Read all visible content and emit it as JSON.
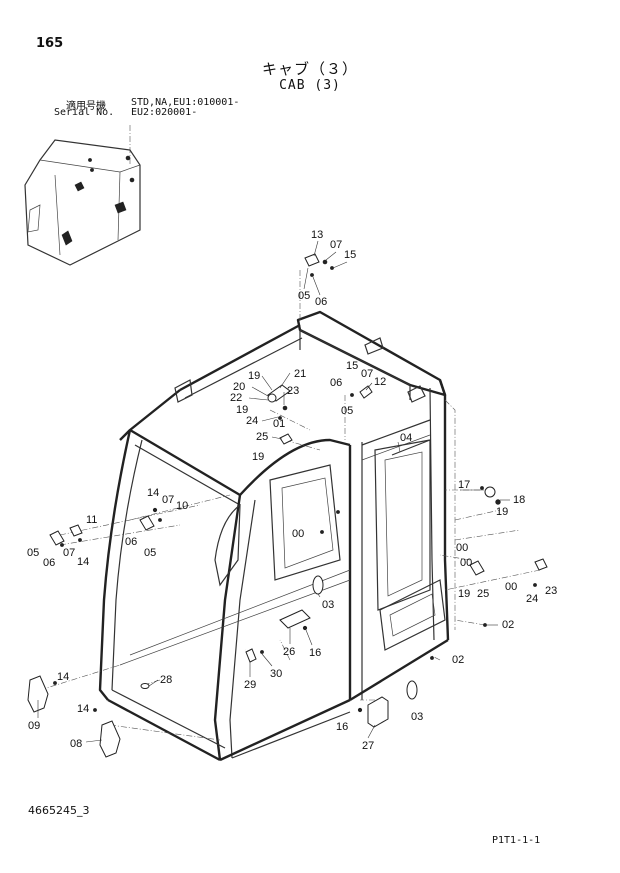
{
  "page": {
    "number": "165",
    "title_jp": "キャブ（３）",
    "title_en": "CAB (3)",
    "serial": {
      "label_jp": "適用号機",
      "label_en": "Serial No.",
      "line1": "STD,NA,EU1:010001-",
      "line2": "EU2:020001-"
    },
    "doc_id": "4665245_3",
    "page_ref": "P1T1-1-1"
  },
  "diagram": {
    "parts": [
      {
        "id": "13",
        "label": "13"
      },
      {
        "id": "07",
        "label": "07"
      },
      {
        "id": "15",
        "label": "15"
      },
      {
        "id": "05",
        "label": "05"
      },
      {
        "id": "06",
        "label": "06"
      },
      {
        "id": "21",
        "label": "21"
      },
      {
        "id": "19",
        "label": "19"
      },
      {
        "id": "20",
        "label": "20"
      },
      {
        "id": "23",
        "label": "23"
      },
      {
        "id": "22",
        "label": "22"
      },
      {
        "id": "24",
        "label": "24"
      },
      {
        "id": "01",
        "label": "01"
      },
      {
        "id": "25",
        "label": "25"
      },
      {
        "id": "12",
        "label": "12"
      },
      {
        "id": "04",
        "label": "04"
      },
      {
        "id": "14",
        "label": "14"
      },
      {
        "id": "10",
        "label": "10"
      },
      {
        "id": "11",
        "label": "11"
      },
      {
        "id": "00",
        "label": "00"
      },
      {
        "id": "17",
        "label": "17"
      },
      {
        "id": "18",
        "label": "18"
      },
      {
        "id": "03",
        "label": "03"
      },
      {
        "id": "02",
        "label": "02"
      },
      {
        "id": "26",
        "label": "26"
      },
      {
        "id": "16",
        "label": "16"
      },
      {
        "id": "28",
        "label": "28"
      },
      {
        "id": "29",
        "label": "29"
      },
      {
        "id": "30",
        "label": "30"
      },
      {
        "id": "09",
        "label": "09"
      },
      {
        "id": "08",
        "label": "08"
      },
      {
        "id": "27",
        "label": "27"
      }
    ]
  }
}
